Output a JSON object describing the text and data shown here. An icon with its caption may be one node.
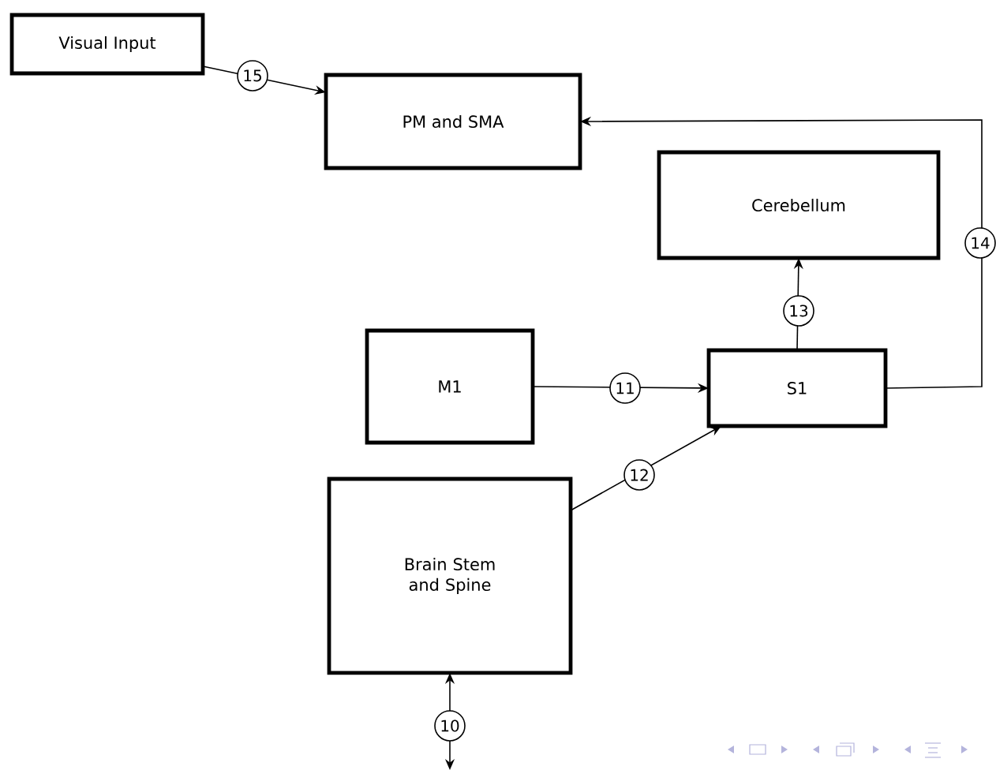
{
  "diagram": {
    "nodes": [
      {
        "text": [
          "Visual Input"
        ]
      },
      {
        "text": [
          "PM and SMA"
        ]
      },
      {
        "text": [
          "Cerebellum"
        ]
      },
      {
        "text": [
          "M1"
        ]
      },
      {
        "text": [
          "S1"
        ]
      },
      {
        "text": [
          "Brain Stem and Spine"
        ]
      }
    ],
    "edges": [
      {
        "from": 0,
        "to": 1,
        "arrow": "to",
        "label": "15"
      },
      {
        "from": 3,
        "to": 4,
        "arrow": "to",
        "label": "11"
      },
      {
        "from": 5,
        "to": 4,
        "arrow": "to",
        "label": "12"
      },
      {
        "from": 4,
        "to": 2,
        "arrow": "to",
        "label": "13"
      },
      {
        "from": 4,
        "to": 1,
        "arrow": "to",
        "label": "14"
      },
      {
        "from": 5,
        "to": null,
        "arrow": "both",
        "label": "10"
      }
    ]
  }
}
